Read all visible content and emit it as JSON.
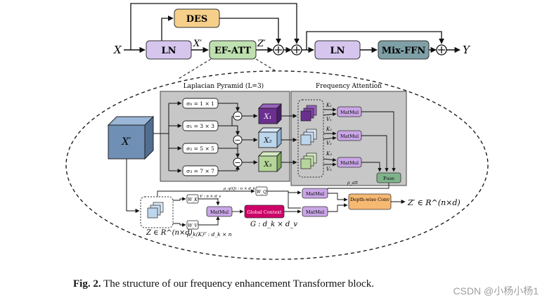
{
  "top": {
    "input": "X",
    "x_prime": "X′",
    "z_prime": "Z′",
    "output": "Y",
    "des": "DES",
    "ln1": "LN",
    "efatt": "EF-ATT",
    "ln2": "LN",
    "mixffn": "Mix-FFN"
  },
  "detail": {
    "lap_title": "Laplacian Pyramid (L=3)",
    "freq_title": "Frequency Attention",
    "xprime_cube": "X′",
    "sigmas": [
      "σ₀ = 1 × 1",
      "σ₁ = 3 × 3",
      "σ₂ = 5 × 5",
      "σ₃ = 7 × 7"
    ],
    "minus": "−",
    "x_blocks": [
      "X₁",
      "X₂",
      "X₃"
    ],
    "k_labels": [
      "K₁",
      "K₂",
      "K₃"
    ],
    "v_labels": [
      "V₁",
      "V₂",
      "V₃"
    ],
    "matmul": "MatMul",
    "fuse": "Fuse",
    "p_att": "ρ_att",
    "wk": "W_K",
    "wv": "W_V",
    "wq": "W_Q",
    "v_dim": "V : n × d_v",
    "pq_label": "ρ_q(Q) : n × d_k",
    "pk_label": "ρ_k(K)ᵀ : d_k × n",
    "global_context": "Global Context",
    "g_dim": "G : d_k × d_v",
    "z_in": "Z ∈ R^(n×d)",
    "dwconv": "Depth-wise Conv",
    "z_out": "Z′ ∈ R^(n×d)"
  },
  "caption": {
    "label": "Fig. 2.",
    "text": "The structure of our frequency enhancement Transformer block."
  },
  "watermark": "CSDN @小杨小杨1",
  "colors": {
    "des": "#f6d08a",
    "ln": "#d6c6ee",
    "efatt": "#bfe0b0",
    "panel": "#c7c7c7",
    "x1": "#6a2f8f",
    "x2": "#bcd6ec",
    "x3": "#b5d59a",
    "xprime": "#6f8fb5",
    "matmul": "#c9a6e6",
    "fuse": "#7fb38c",
    "global": "#cc0066",
    "dwconv": "#f6b872"
  }
}
